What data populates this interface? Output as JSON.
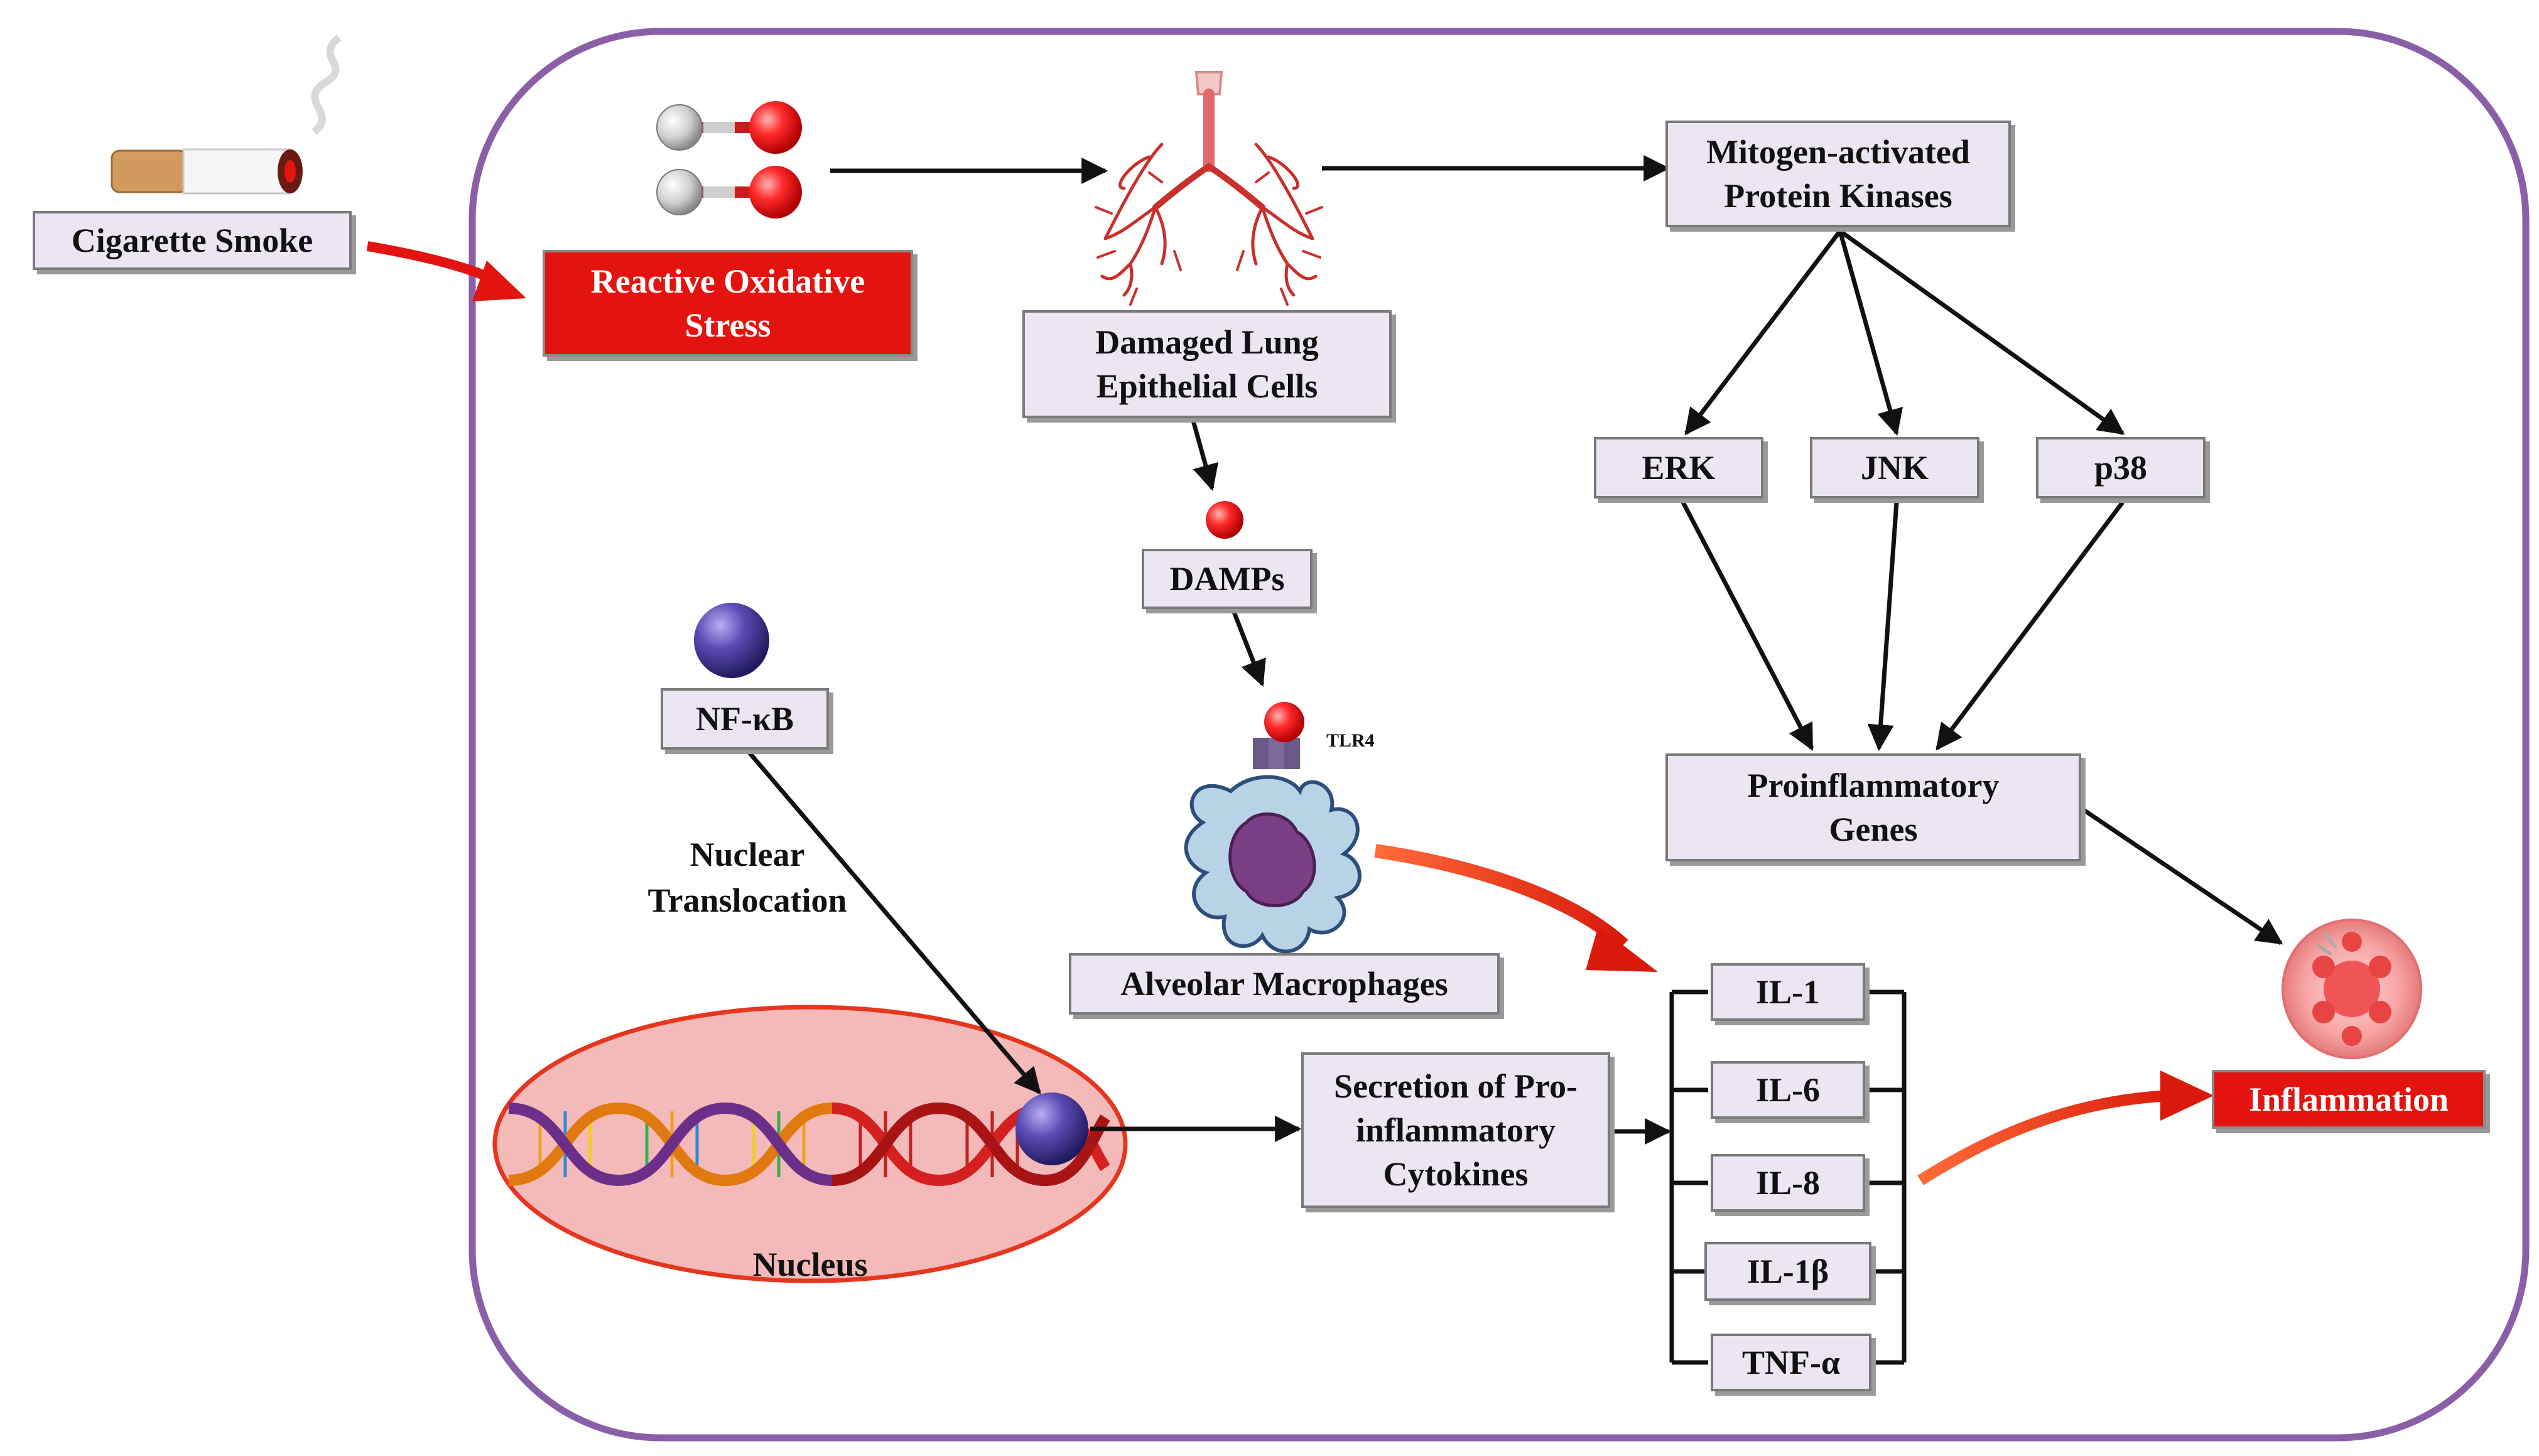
{
  "nodes": {
    "cigarette_smoke": "Cigarette Smoke",
    "ros_line1": "Reactive Oxidative",
    "ros_line2": "Stress",
    "damaged_line1": "Damaged Lung",
    "damaged_line2": "Epithelial  Cells",
    "mapk_line1": "Mitogen-activated",
    "mapk_line2": "Protein Kinases",
    "erk": "ERK",
    "jnk": "JNK",
    "p38": "p38",
    "damps": "DAMPs",
    "nfkb": "NF-κB",
    "tlr4": "TLR4",
    "alveolar": "Alveolar Macrophages",
    "proinf_line1": "Proinflammatory",
    "proinf_line2": "Genes",
    "nuclear_line1": "Nuclear",
    "nuclear_line2": "Translocation",
    "nucleus": "Nucleus",
    "secretion_line1": "Secretion of Pro-",
    "secretion_line2": "inflammatory",
    "secretion_line3": "Cytokines",
    "inflammation": "Inflammation"
  },
  "cytokines": [
    "IL-1",
    "IL-6",
    "IL-8",
    "IL-1β",
    "TNF-α"
  ],
  "colors": {
    "cell_border": "#8a5fa8",
    "accent_red": "#e3140f",
    "label_fill": "#ebe6f2",
    "nucleus_fill": "#f4b9b9",
    "nfkb_sphere": "#4a3c9a"
  }
}
